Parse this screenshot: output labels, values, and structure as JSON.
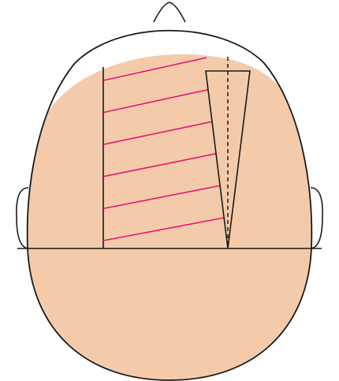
{
  "colors": {
    "skin": "#F4CBAA",
    "outline": "#1a1a1a",
    "hatch": "#E6147A",
    "background": "#FFFFFF"
  },
  "diagram": {
    "hatch_line_count": 6,
    "parts": [
      "head-outline",
      "shaded-scalp-area",
      "left-ear",
      "right-ear",
      "nose",
      "horizontal-divider",
      "vertical-reference-line",
      "hatched-section",
      "triangle-wedge",
      "dashed-centerline"
    ]
  }
}
